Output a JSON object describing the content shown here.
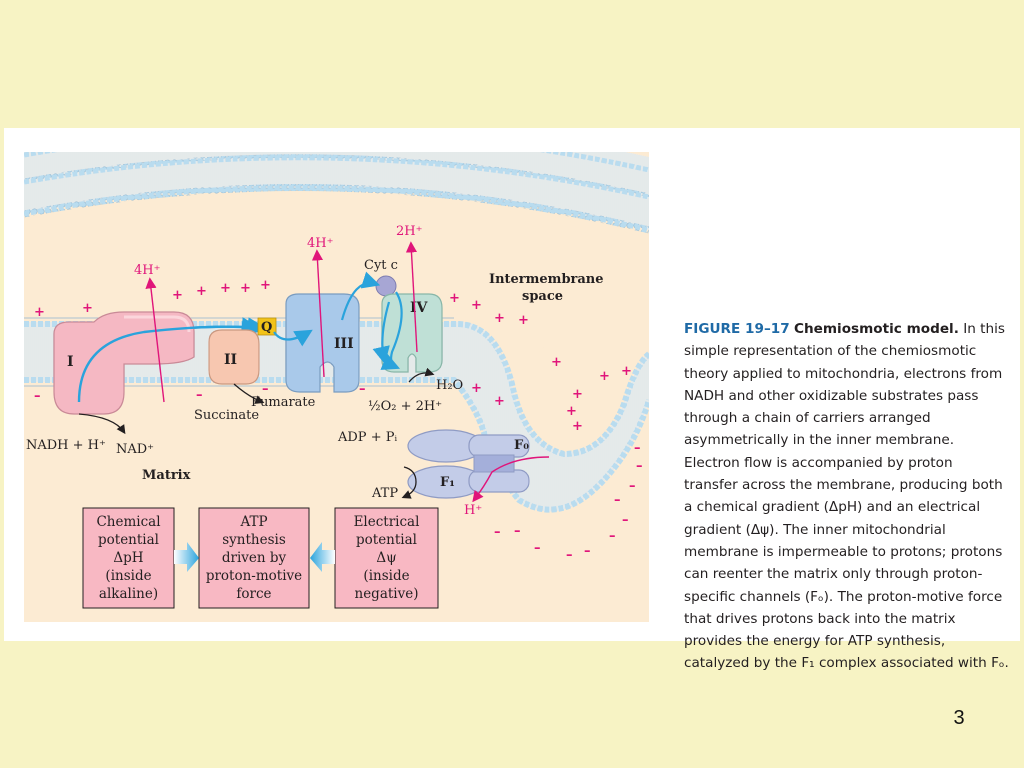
{
  "diagram": {
    "labels": {
      "complex_I": "I",
      "complex_II": "II",
      "complex_III": "III",
      "complex_IV": "IV",
      "Q": "Q",
      "cyt_c": "Cyt c",
      "h_4_first": "4H⁺",
      "h_4_second": "4H⁺",
      "h_2": "2H⁺",
      "intermembrane_line1": "Intermembrane",
      "intermembrane_line2": "space",
      "matrix": "Matrix",
      "nadh": "NADH + H⁺",
      "nad": "NAD⁺",
      "succinate": "Succinate",
      "fumarate": "Fumarate",
      "o2": "½O₂ + 2H⁺",
      "h2o": "H₂O",
      "adp": "ADP + Pᵢ",
      "atp": "ATP",
      "F0": "F₀",
      "F1": "F₁",
      "h_out": "H⁺"
    },
    "boxes": {
      "chemical": [
        "Chemical",
        "potential",
        "ΔpH",
        "(inside",
        "alkaline)"
      ],
      "atp_synthesis": [
        "ATP",
        "synthesis",
        "driven by",
        "proton-motive",
        "force"
      ],
      "electrical": [
        "Electrical",
        "potential",
        "Δψ",
        "(inside",
        "negative)"
      ]
    },
    "colors": {
      "lipid_head": "#b9dcef",
      "membrane_bg": "#eef2f2",
      "space_bg": "#fcebd3",
      "complex_I": "#f5b8c3",
      "complex_II": "#f7c7b0",
      "complex_III": "#a9c9ea",
      "complex_IV": "#bfe0d6",
      "synthase": "#c3cce8",
      "electron_arrow": "#2aa3dc",
      "proton": "#e0157a",
      "q_yellow": "#f2c318",
      "box_fill": "#f8b8c3"
    }
  },
  "caption": {
    "figure_number": "FIGURE 19–17",
    "figure_title": "Chemiosmotic model.",
    "body": "In this simple representation of the chemiosmotic theory applied to mitochondria, electrons from NADH and other oxidizable substrates pass through a chain of carriers arranged asymmetrically in the inner membrane. Electron flow is accompanied by proton transfer across the membrane, producing both a chemical gradient (ΔpH) and an electrical gradient (Δψ). The inner mitochondrial membrane is impermeable to protons; protons can reenter the matrix only through proton-specific channels (Fₒ). The proton-motive force that drives protons back into the matrix provides the energy for ATP synthesis, catalyzed by the F₁ complex associated with Fₒ."
  },
  "page_number": "3"
}
